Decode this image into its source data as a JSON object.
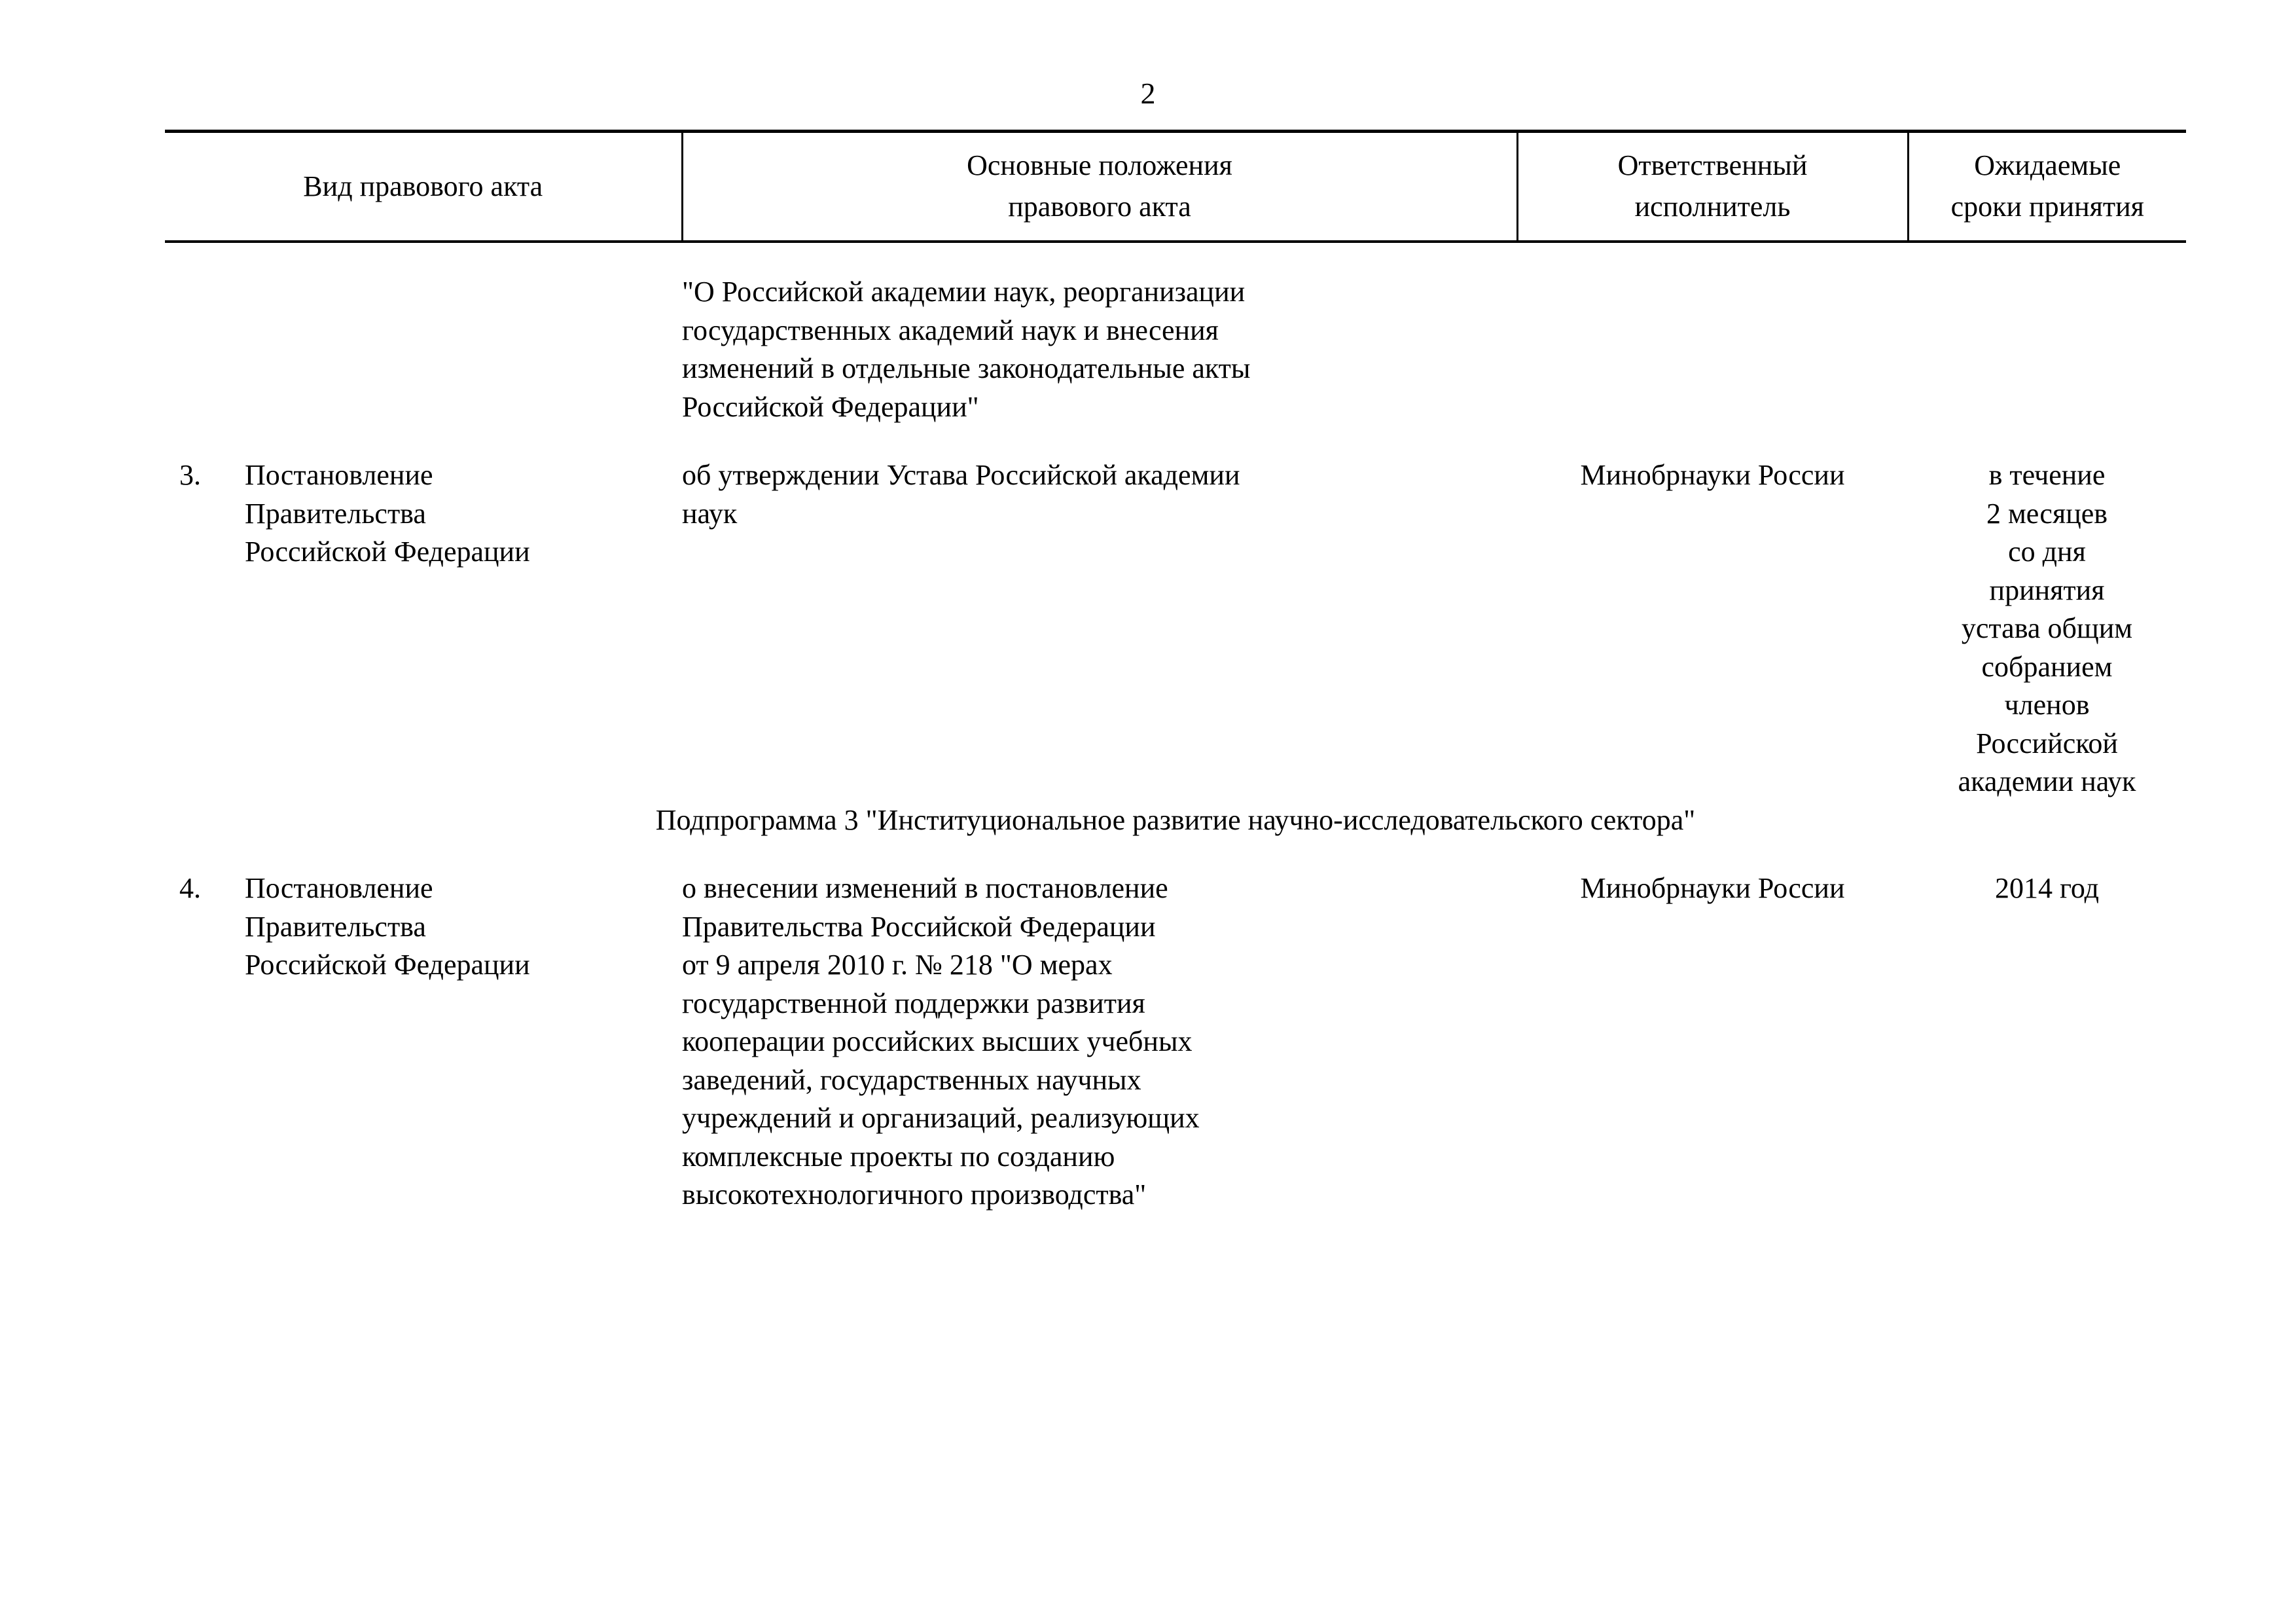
{
  "page": {
    "number": "2"
  },
  "table": {
    "headers": [
      {
        "lines": [
          "Вид правового акта"
        ]
      },
      {
        "lines": [
          "Основные положения",
          "правового акта"
        ]
      },
      {
        "lines": [
          "Ответственный",
          "исполнитель"
        ]
      },
      {
        "lines": [
          "Ожидаемые",
          "сроки принятия"
        ]
      }
    ],
    "rows": [
      {
        "kind": "continuation",
        "number": "",
        "act_type_lines": [],
        "provisions_lines": [
          "\"О Российской академии наук, реорганизации",
          "государственных академий наук и внесения",
          "изменений в отдельные законодательные акты",
          "Российской Федерации\""
        ],
        "executor": "",
        "deadline_lines": []
      },
      {
        "kind": "item",
        "number": "3.",
        "act_type_lines": [
          "Постановление",
          "Правительства",
          "Российской Федерации"
        ],
        "provisions_lines": [
          "об утверждении Устава Российской академии",
          "наук"
        ],
        "executor": "Минобрнауки России",
        "deadline_lines": [
          "в течение",
          "2 месяцев",
          "со дня",
          "принятия",
          "устава общим",
          "собранием",
          "членов",
          "Российской",
          "академии наук"
        ]
      },
      {
        "kind": "banner",
        "banner_text": "Подпрограмма 3 \"Институциональное развитие научно-исследовательского сектора\""
      },
      {
        "kind": "item",
        "number": "4.",
        "act_type_lines": [
          "Постановление",
          "Правительства",
          "Российской Федерации"
        ],
        "provisions_lines": [
          "о внесении изменений в постановление",
          "Правительства Российской Федерации",
          "от 9 апреля 2010 г. № 218 \"О мерах",
          "государственной поддержки развития",
          "кооперации российских высших учебных",
          "заведений, государственных научных",
          "учреждений и организаций, реализующих",
          "комплексные проекты по созданию",
          "высокотехнологичного производства\""
        ],
        "executor": "Минобрнауки России",
        "deadline_lines": [
          "2014 год"
        ]
      }
    ]
  }
}
